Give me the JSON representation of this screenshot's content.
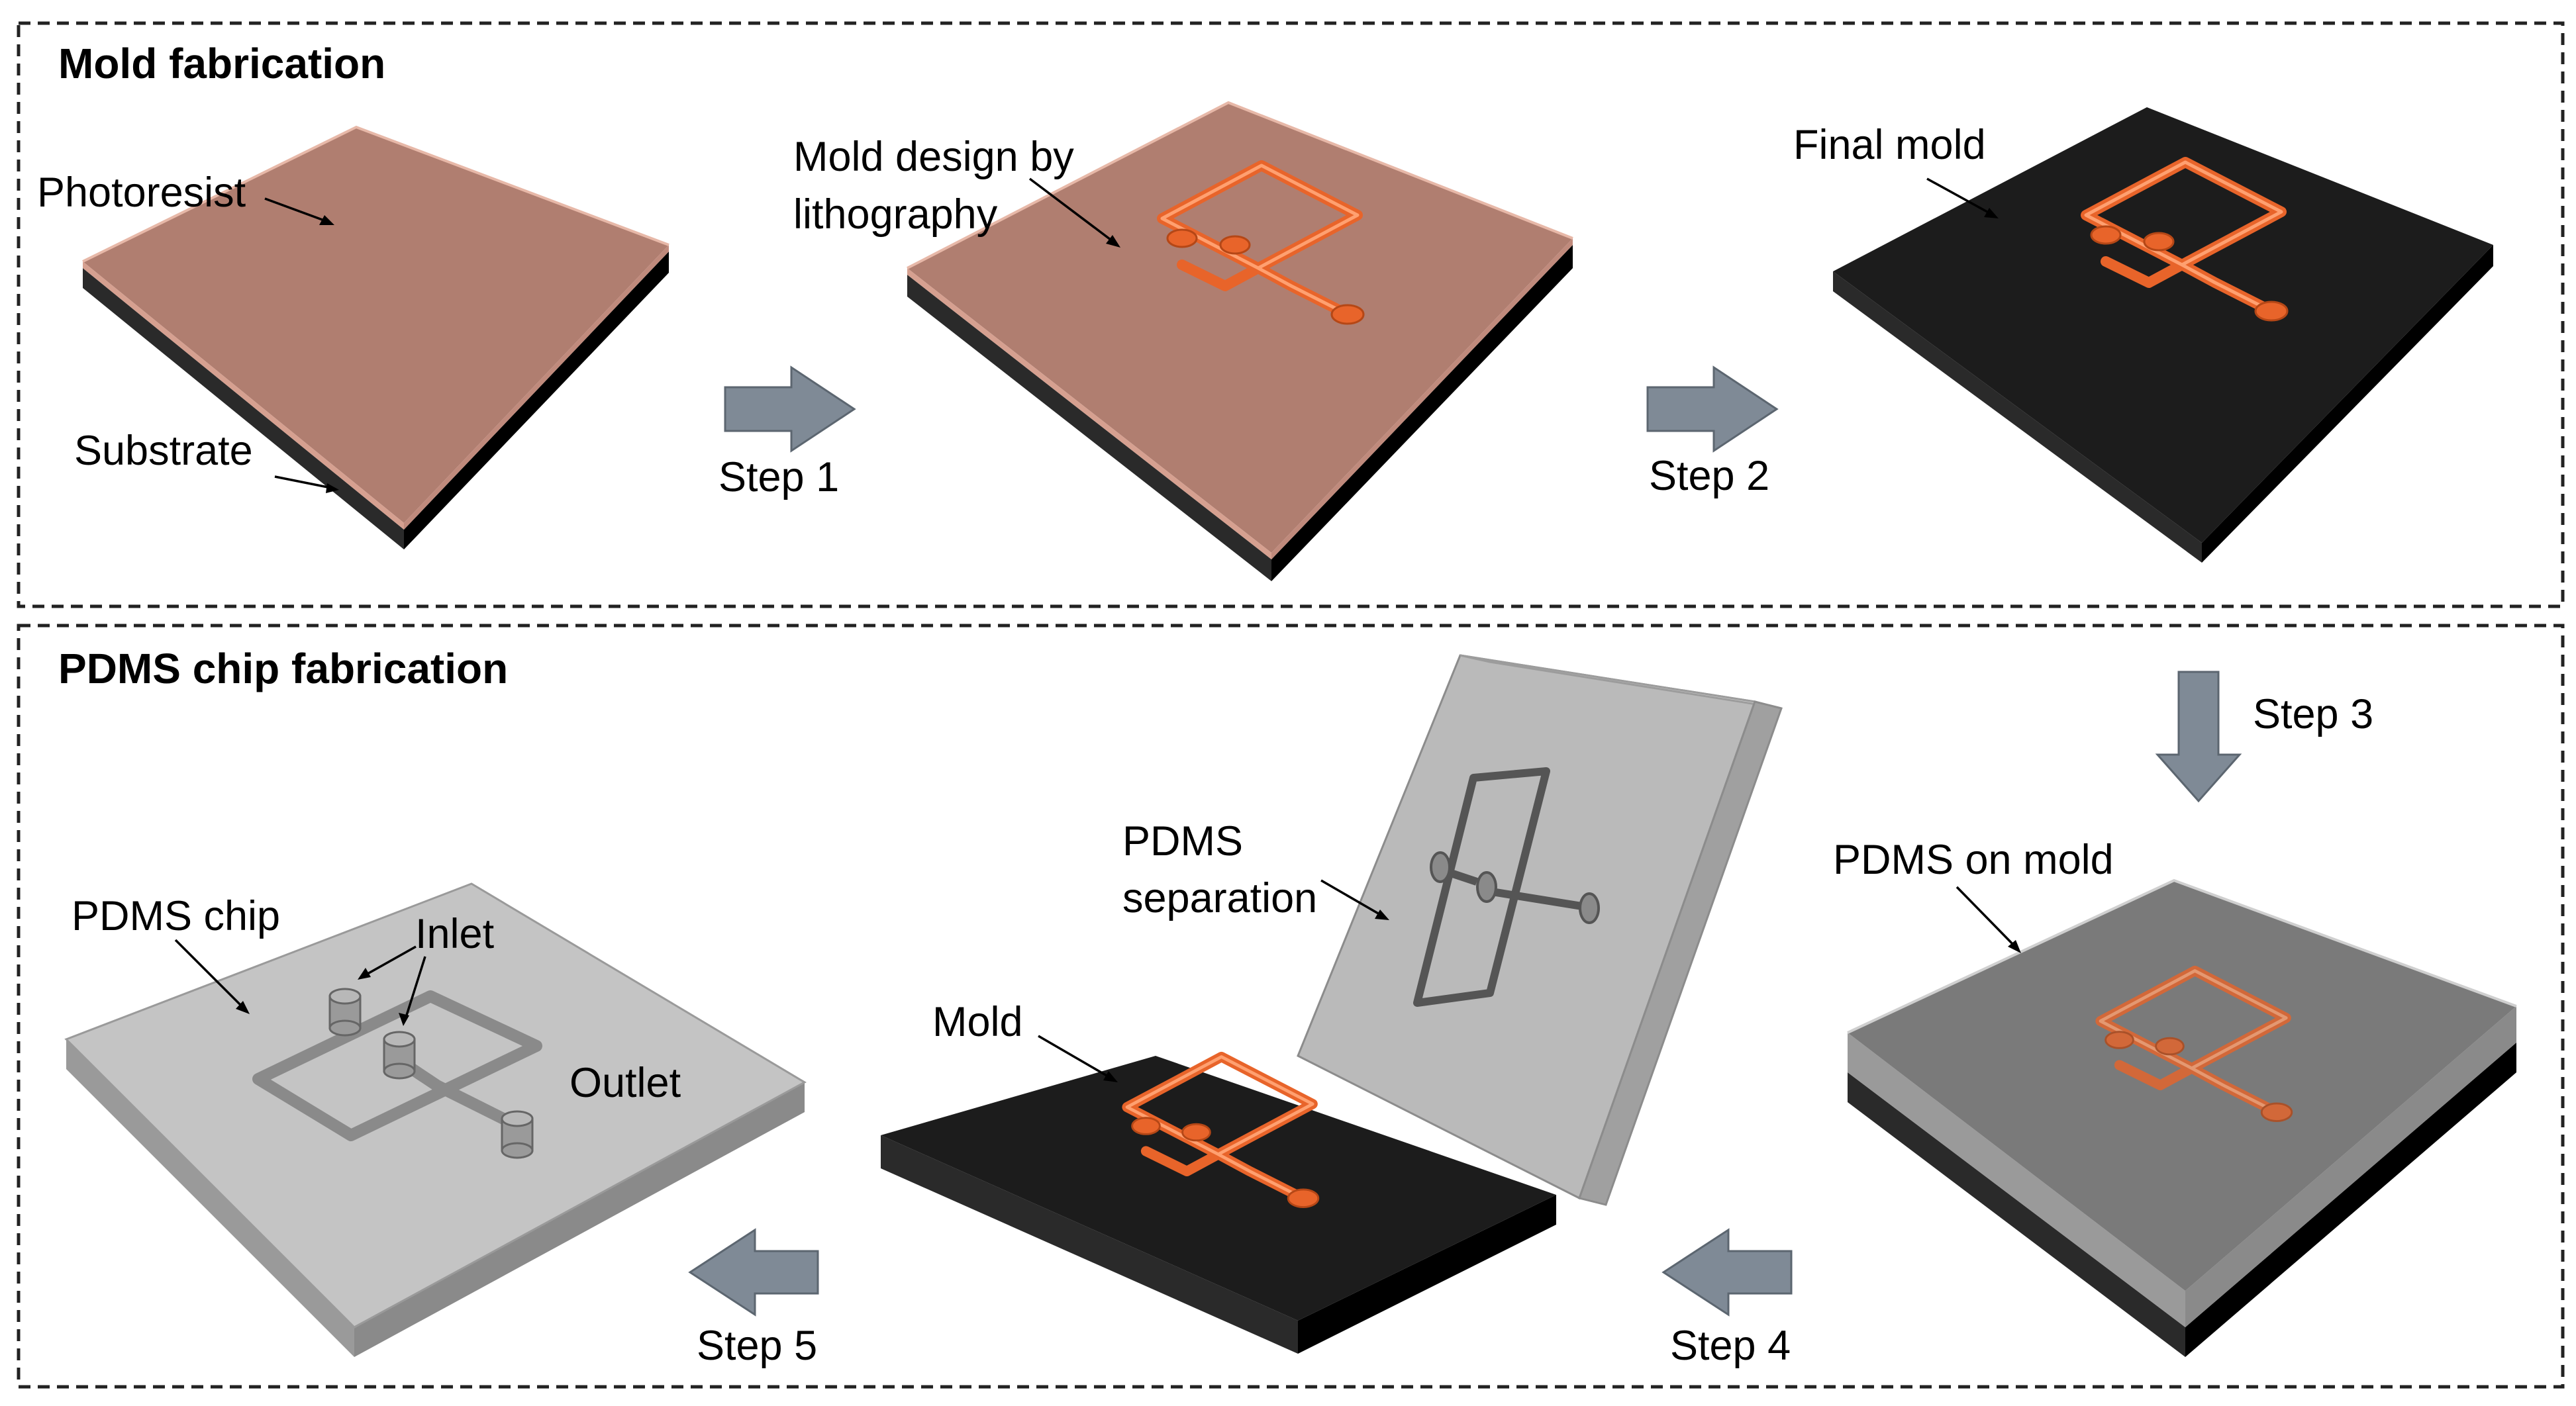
{
  "panels": {
    "top": {
      "title": "Mold fabrication"
    },
    "bottom": {
      "title": "PDMS chip fabrication"
    }
  },
  "labels": {
    "photoresist": "Photoresist",
    "substrate": "Substrate",
    "mold_design_line1": "Mold design by",
    "mold_design_line2": "lithography",
    "final_mold": "Final mold",
    "pdms_on_mold": "PDMS on mold",
    "pdms_separation_line1": "PDMS",
    "pdms_separation_line2": "separation",
    "mold": "Mold",
    "pdms_chip": "PDMS chip",
    "inlet": "Inlet",
    "outlet": "Outlet"
  },
  "steps": {
    "step1": "Step 1",
    "step2": "Step 2",
    "step3": "Step 3",
    "step4": "Step 4",
    "step5": "Step 5"
  },
  "colors": {
    "photoresist": "#b07e70",
    "substrate": "#1c1c1c",
    "channel": "#e8642a",
    "pdms": "#b9b9b9",
    "arrow": "#7f8a96"
  }
}
